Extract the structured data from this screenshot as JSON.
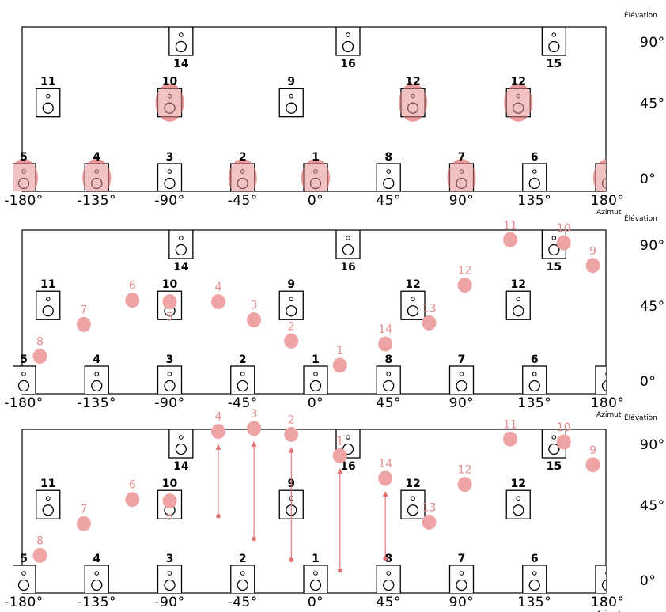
{
  "axes": {
    "x_title": "Azimut",
    "y_title": "Élévation",
    "x_ticks": [
      "-180°",
      "-135°",
      "-90°",
      "-45°",
      "0°",
      "45°",
      "90°",
      "135°",
      "180°"
    ],
    "y_ticks": [
      "0°",
      "45°",
      "90°"
    ]
  },
  "colors": {
    "source_fill": "#eea4a4",
    "source_text": "#e58f8f",
    "arrow": "#e07070",
    "overlay": "#e88f8f"
  },
  "speakers": [
    {
      "label": "1",
      "az": 0,
      "el": 0,
      "panels": [
        0,
        1,
        2
      ]
    },
    {
      "label": "2",
      "az": -45,
      "el": 0,
      "panels": [
        0,
        1,
        2
      ]
    },
    {
      "label": "3",
      "az": -90,
      "el": 0,
      "panels": [
        0,
        1,
        2
      ]
    },
    {
      "label": "4",
      "az": -135,
      "el": 0,
      "panels": [
        0,
        1,
        2
      ]
    },
    {
      "label": "5",
      "az": -180,
      "el": 0,
      "panels": [
        0,
        1,
        2
      ]
    },
    {
      "label": "",
      "az": 180,
      "el": 0,
      "panels": [
        0,
        1,
        2
      ]
    },
    {
      "label": "6",
      "az": 135,
      "el": 0,
      "panels": [
        0,
        1,
        2
      ]
    },
    {
      "label": "7",
      "az": 90,
      "el": 0,
      "panels": [
        0,
        1,
        2
      ]
    },
    {
      "label": "8",
      "az": 45,
      "el": 0,
      "panels": [
        0,
        1,
        2
      ]
    },
    {
      "label": "9",
      "az": -15,
      "el": 45,
      "panels": [
        0,
        1,
        2
      ]
    },
    {
      "label": "10",
      "az": -90,
      "el": 45,
      "panels": [
        0,
        1,
        2
      ]
    },
    {
      "label": "11",
      "az": -165,
      "el": 45,
      "panels": [
        0,
        1,
        2
      ]
    },
    {
      "label": "12",
      "az": 60,
      "el": 45,
      "panels": [
        0,
        1,
        2
      ]
    },
    {
      "label": "12",
      "az": 125,
      "el": 45,
      "panels": [
        0,
        1,
        2
      ]
    },
    {
      "label": "14",
      "az": -83,
      "el": 90,
      "panels": [
        0,
        1,
        2
      ]
    },
    {
      "label": "16",
      "az": 20,
      "el": 90,
      "panels": [
        0,
        1,
        2
      ]
    },
    {
      "label": "15",
      "az": 147,
      "el": 90,
      "panels": [
        0,
        1,
        2
      ]
    }
  ],
  "panel1_highlights": [
    {
      "az": -180,
      "el": 0
    },
    {
      "az": -135,
      "el": 0
    },
    {
      "az": -45,
      "el": 0
    },
    {
      "az": 0,
      "el": 0
    },
    {
      "az": 90,
      "el": 0
    },
    {
      "az": 180,
      "el": 0
    },
    {
      "az": -90,
      "el": 45
    },
    {
      "az": 60,
      "el": 45
    },
    {
      "az": 125,
      "el": 45
    }
  ],
  "sources": [
    {
      "label": "1",
      "az": 15,
      "el": 10
    },
    {
      "label": "2",
      "az": -15,
      "el": 26
    },
    {
      "label": "3",
      "az": -38,
      "el": 40
    },
    {
      "label": "4",
      "az": -60,
      "el": 52
    },
    {
      "label": "5",
      "az": -90,
      "el": 52
    },
    {
      "label": "6",
      "az": -113,
      "el": 53
    },
    {
      "label": "7",
      "az": -143,
      "el": 37
    },
    {
      "label": "8",
      "az": -170,
      "el": 16
    },
    {
      "label": "9",
      "az": 171,
      "el": 76
    },
    {
      "label": "10",
      "az": 153,
      "el": 91
    },
    {
      "label": "11",
      "az": 120,
      "el": 93
    },
    {
      "label": "12",
      "az": 92,
      "el": 63
    },
    {
      "label": "13",
      "az": 70,
      "el": 38
    },
    {
      "label": "14",
      "az": 43,
      "el": 24
    }
  ],
  "source_label_offsets": {
    "5": [
      0,
      24
    ]
  },
  "panel3_moves": [
    {
      "label": "1",
      "az": 15,
      "from_el": 6,
      "to_el": 82
    },
    {
      "label": "2",
      "az": -15,
      "from_el": 13,
      "to_el": 96
    },
    {
      "label": "3",
      "az": -38,
      "from_el": 27,
      "to_el": 100
    },
    {
      "label": "4",
      "az": -60,
      "from_el": 42,
      "to_el": 98
    },
    {
      "label": "14",
      "az": 43,
      "from_el": 14,
      "to_el": 67
    }
  ]
}
